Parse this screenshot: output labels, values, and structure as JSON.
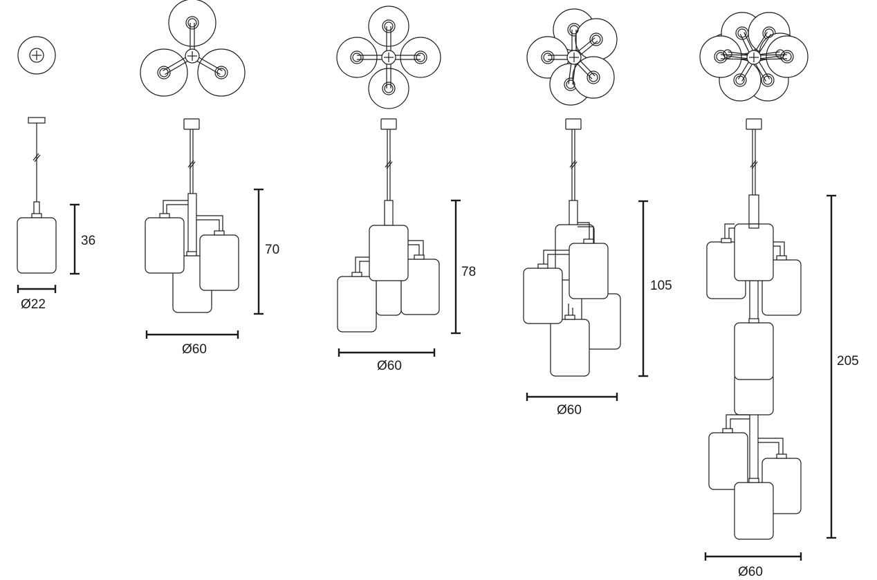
{
  "variants": [
    {
      "height": "36",
      "diameter": "Ø22"
    },
    {
      "height": "70",
      "diameter": "Ø60"
    },
    {
      "height": "78",
      "diameter": "Ø60"
    },
    {
      "height": "105",
      "diameter": "Ø60"
    },
    {
      "height": "205",
      "diameter": "Ø60"
    }
  ]
}
